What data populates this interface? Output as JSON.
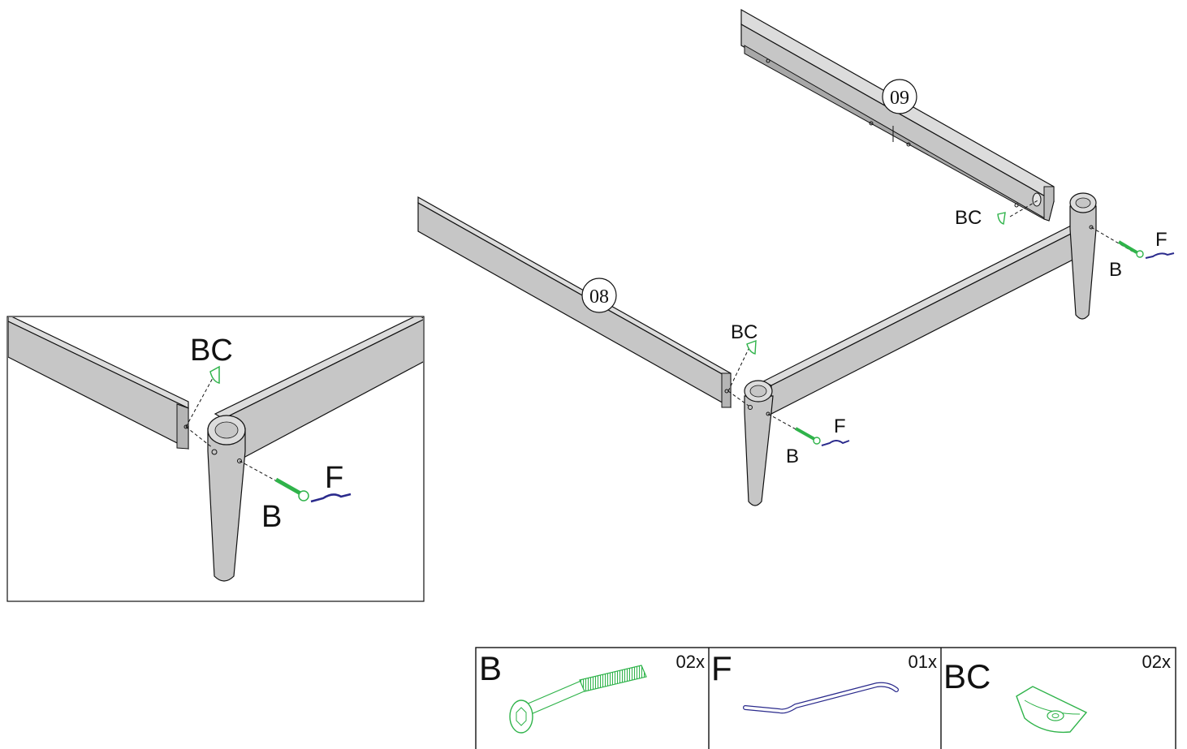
{
  "main_view": {
    "rail_08": "08",
    "rail_09": "09",
    "labels": {
      "bc_front": "BC",
      "bc_back": "BC",
      "b_front": "B",
      "f_front": "F",
      "b_back": "B",
      "f_back": "F"
    }
  },
  "detail_view": {
    "label_bc": "BC",
    "label_b": "B",
    "label_f": "F"
  },
  "parts": [
    {
      "code": "B",
      "qty": "02x",
      "icon": "bolt-icon",
      "color": "#2fb34a"
    },
    {
      "code": "F",
      "qty": "01x",
      "icon": "allen-key-icon",
      "color": "#2a2a8c"
    },
    {
      "code": "BC",
      "qty": "02x",
      "icon": "barrel-nut-icon",
      "color": "#2fb34a"
    }
  ],
  "colors": {
    "wood": "#c6c6c6",
    "wood_dark": "#a8a8a8",
    "wood_top": "#dcdcdc",
    "green": "#2fb34a",
    "blue": "#2a2a8c"
  }
}
